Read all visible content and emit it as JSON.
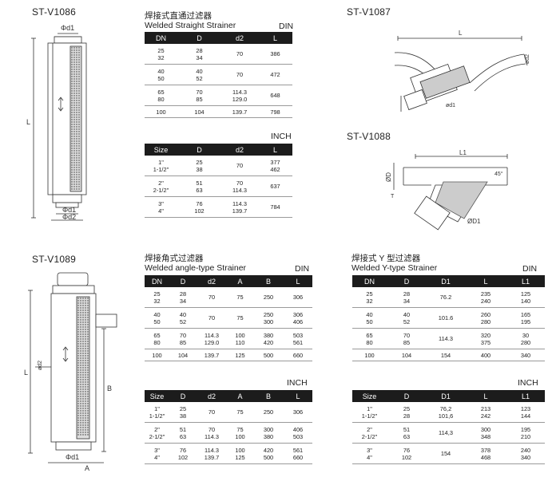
{
  "models": {
    "v1086": "ST-V1086",
    "v1087": "ST-V1087",
    "v1088": "ST-V1088",
    "v1089": "ST-V1089"
  },
  "straight": {
    "title_cn": "焊接式直通过滤器",
    "title_en": "Welded Straight Strainer",
    "din": {
      "unit": "DIN",
      "headers": [
        "DN",
        "D",
        "d2",
        "L"
      ],
      "rows": [
        [
          [
            "25",
            "32"
          ],
          [
            "28",
            "34"
          ],
          "70",
          "386"
        ],
        [
          [
            "40",
            "50"
          ],
          [
            "40",
            "52"
          ],
          "70",
          "472"
        ],
        [
          [
            "65",
            "80"
          ],
          [
            "70",
            "85"
          ],
          [
            "114.3",
            "129.0"
          ],
          "648"
        ],
        [
          "100",
          "104",
          "139.7",
          "798"
        ]
      ]
    },
    "inch": {
      "unit": "INCH",
      "headers": [
        "Size",
        "D",
        "d2",
        "L"
      ],
      "rows": [
        [
          [
            "1\"",
            "1-1/2\""
          ],
          [
            "25",
            "38"
          ],
          "70",
          [
            "377",
            "462"
          ]
        ],
        [
          [
            "2\"",
            "2-1/2\""
          ],
          [
            "51",
            "63"
          ],
          [
            "70",
            "114.3"
          ],
          "637"
        ],
        [
          [
            "3\"",
            "4\""
          ],
          [
            "76",
            "102"
          ],
          [
            "114.3",
            "139.7"
          ],
          "784"
        ]
      ]
    }
  },
  "angle": {
    "title_cn": "焊接角式过滤器",
    "title_en": "Welded angle-type Strainer",
    "din": {
      "unit": "DIN",
      "headers": [
        "DN",
        "D",
        "d2",
        "A",
        "B",
        "L"
      ],
      "rows": [
        [
          [
            "25",
            "32"
          ],
          [
            "28",
            "34"
          ],
          "70",
          "75",
          "250",
          "306"
        ],
        [
          [
            "40",
            "50"
          ],
          [
            "40",
            "52"
          ],
          "70",
          "75",
          [
            "250",
            "300"
          ],
          [
            "306",
            "406"
          ]
        ],
        [
          [
            "65",
            "80"
          ],
          [
            "70",
            "85"
          ],
          [
            "114.3",
            "129.0"
          ],
          [
            "100",
            "110"
          ],
          [
            "380",
            "420"
          ],
          [
            "503",
            "561"
          ]
        ],
        [
          "100",
          "104",
          "139.7",
          "125",
          "500",
          "660"
        ]
      ]
    },
    "inch": {
      "unit": "INCH",
      "headers": [
        "Size",
        "D",
        "d2",
        "A",
        "B",
        "L"
      ],
      "rows": [
        [
          [
            "1\"",
            "1-1/2\""
          ],
          [
            "25",
            "38"
          ],
          "70",
          "75",
          "250",
          "306"
        ],
        [
          [
            "2\"",
            "2-1/2\""
          ],
          [
            "51",
            "63"
          ],
          [
            "70",
            "114.3"
          ],
          [
            "75",
            "100"
          ],
          [
            "300",
            "380"
          ],
          [
            "406",
            "503"
          ]
        ],
        [
          [
            "3\"",
            "4\""
          ],
          [
            "76",
            "102"
          ],
          [
            "114.3",
            "139.7"
          ],
          [
            "100",
            "125"
          ],
          [
            "420",
            "500"
          ],
          [
            "561",
            "660"
          ]
        ]
      ]
    }
  },
  "ytype": {
    "title_cn": "焊接式 Y 型过滤器",
    "title_en": "Welded Y-type Strainer",
    "din": {
      "unit": "DIN",
      "headers": [
        "DN",
        "D",
        "D1",
        "L",
        "L1"
      ],
      "rows": [
        [
          [
            "25",
            "32"
          ],
          [
            "28",
            "34"
          ],
          "76.2",
          [
            "235",
            "240"
          ],
          [
            "125",
            "140"
          ]
        ],
        [
          [
            "40",
            "50"
          ],
          [
            "40",
            "52"
          ],
          "101.6",
          [
            "260",
            "280"
          ],
          [
            "165",
            "195"
          ]
        ],
        [
          [
            "65",
            "80"
          ],
          [
            "70",
            "85"
          ],
          "114.3",
          [
            "320",
            "375"
          ],
          [
            "30",
            "280"
          ]
        ],
        [
          "100",
          "104",
          "154",
          "400",
          "340"
        ]
      ]
    },
    "inch": {
      "unit": "INCH",
      "headers": [
        "Size",
        "D",
        "D1",
        "L",
        "L1"
      ],
      "rows": [
        [
          [
            "1\"",
            "1-1/2\""
          ],
          [
            "25",
            "28"
          ],
          [
            "76,2",
            "101,6"
          ],
          [
            "213",
            "242"
          ],
          [
            "123",
            "144"
          ]
        ],
        [
          [
            "2\"",
            "2-1/2\""
          ],
          [
            "51",
            "63"
          ],
          "114,3",
          [
            "300",
            "348"
          ],
          [
            "195",
            "210"
          ]
        ],
        [
          [
            "3\"",
            "4\""
          ],
          [
            "76",
            "102"
          ],
          "154",
          [
            "378",
            "468"
          ],
          [
            "240",
            "340"
          ]
        ]
      ]
    }
  },
  "dims": {
    "d1": "Φd1",
    "d2": "Φd2",
    "L": "L",
    "L1": "L1",
    "D": "ØD",
    "D1": "ØD1",
    "A": "A",
    "B": "B",
    "T": "T",
    "deg": "45°",
    "d2s": "ød2",
    "d1s": "ød1"
  }
}
